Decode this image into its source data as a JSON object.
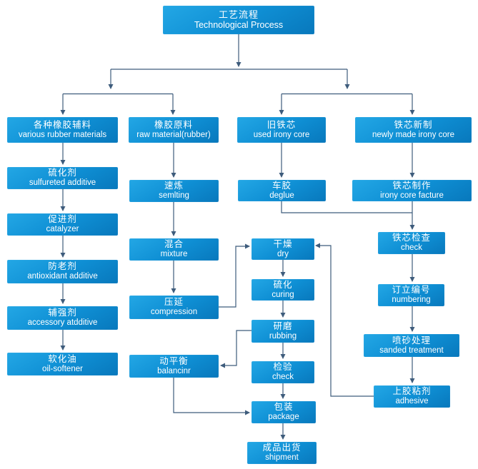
{
  "title": {
    "zh": "工艺流程",
    "en": "Technological Process"
  },
  "nodes": {
    "various_rubber_materials": {
      "zh": "各种橡胶辅料",
      "en": "various rubber materials"
    },
    "sulfureted_additive": {
      "zh": "硫化剂",
      "en": "sulfureted additive"
    },
    "catalyzer": {
      "zh": "促进剂",
      "en": "catalyzer"
    },
    "antioxidant_additive": {
      "zh": "防老剂",
      "en": "antioxidant additive"
    },
    "accessory_additive": {
      "zh": "辅强剂",
      "en": "accessory atdditive"
    },
    "oil_softener": {
      "zh": "软化油",
      "en": "oil-softener"
    },
    "raw_material": {
      "zh": "橡胶原料",
      "en": "raw material(rubber)"
    },
    "smelting": {
      "zh": "速炼",
      "en": "semlting"
    },
    "mixture": {
      "zh": "混合",
      "en": "mixture"
    },
    "compression": {
      "zh": "压延",
      "en": "compression"
    },
    "balancing": {
      "zh": "动平衡",
      "en": "balancinr"
    },
    "used_irony_core": {
      "zh": "旧铁芯",
      "en": "used irony core"
    },
    "deglue": {
      "zh": "车胶",
      "en": "deglue"
    },
    "dry": {
      "zh": "干燥",
      "en": "dry"
    },
    "curing": {
      "zh": "硫化",
      "en": "curing"
    },
    "rubbing": {
      "zh": "研磨",
      "en": "rubbing"
    },
    "check": {
      "zh": "检验",
      "en": "check"
    },
    "package": {
      "zh": "包装",
      "en": "package"
    },
    "shipment": {
      "zh": "成品出货",
      "en": "shipment"
    },
    "newly_made_irony_core": {
      "zh": "铁芯新制",
      "en": "newly made irony core"
    },
    "irony_core_facture": {
      "zh": "铁芯制作",
      "en": "irony core facture"
    },
    "core_check": {
      "zh": "铁芯检查",
      "en": "check"
    },
    "numbering": {
      "zh": "订立编号",
      "en": "numbering"
    },
    "sanded_treatment": {
      "zh": "喷砂处理",
      "en": "sanded treatment"
    },
    "adhesive": {
      "zh": "上胶粘剂",
      "en": "adhesive"
    }
  },
  "edges": [
    {
      "from": "title",
      "to": "various_rubber_materials"
    },
    {
      "from": "title",
      "to": "raw_material"
    },
    {
      "from": "title",
      "to": "used_irony_core"
    },
    {
      "from": "title",
      "to": "newly_made_irony_core"
    },
    {
      "from": "various_rubber_materials",
      "to": "sulfureted_additive"
    },
    {
      "from": "sulfureted_additive",
      "to": "catalyzer"
    },
    {
      "from": "catalyzer",
      "to": "antioxidant_additive"
    },
    {
      "from": "antioxidant_additive",
      "to": "accessory_additive"
    },
    {
      "from": "accessory_additive",
      "to": "oil_softener"
    },
    {
      "from": "raw_material",
      "to": "smelting"
    },
    {
      "from": "smelting",
      "to": "mixture"
    },
    {
      "from": "mixture",
      "to": "compression"
    },
    {
      "from": "compression",
      "to": "dry"
    },
    {
      "from": "used_irony_core",
      "to": "deglue"
    },
    {
      "from": "deglue",
      "to": "core_check"
    },
    {
      "from": "newly_made_irony_core",
      "to": "irony_core_facture"
    },
    {
      "from": "irony_core_facture",
      "to": "core_check"
    },
    {
      "from": "core_check",
      "to": "numbering"
    },
    {
      "from": "numbering",
      "to": "sanded_treatment"
    },
    {
      "from": "sanded_treatment",
      "to": "adhesive"
    },
    {
      "from": "adhesive",
      "to": "dry"
    },
    {
      "from": "dry",
      "to": "curing"
    },
    {
      "from": "curing",
      "to": "rubbing"
    },
    {
      "from": "rubbing",
      "to": "check"
    },
    {
      "from": "rubbing",
      "to": "balancing"
    },
    {
      "from": "balancing",
      "to": "package"
    },
    {
      "from": "check",
      "to": "package"
    },
    {
      "from": "package",
      "to": "shipment"
    }
  ],
  "colors": {
    "box_gradient_start": "#23a7e5",
    "box_gradient_end": "#0878bc",
    "line": "#3e5c7c",
    "text": "#ffffff",
    "background": "#ffffff"
  }
}
